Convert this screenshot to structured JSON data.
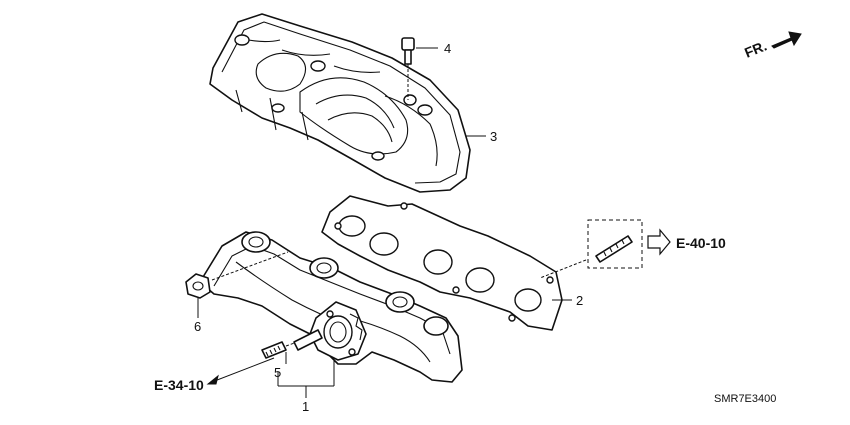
{
  "direction_marker": {
    "label": "FR."
  },
  "callouts": {
    "c1": "1",
    "c2": "2",
    "c3": "3",
    "c4": "4",
    "c5": "5",
    "c6": "6"
  },
  "references": {
    "e40": "E-40-10",
    "e34": "E-34-10"
  },
  "diagram_code": "SMR7E3400"
}
